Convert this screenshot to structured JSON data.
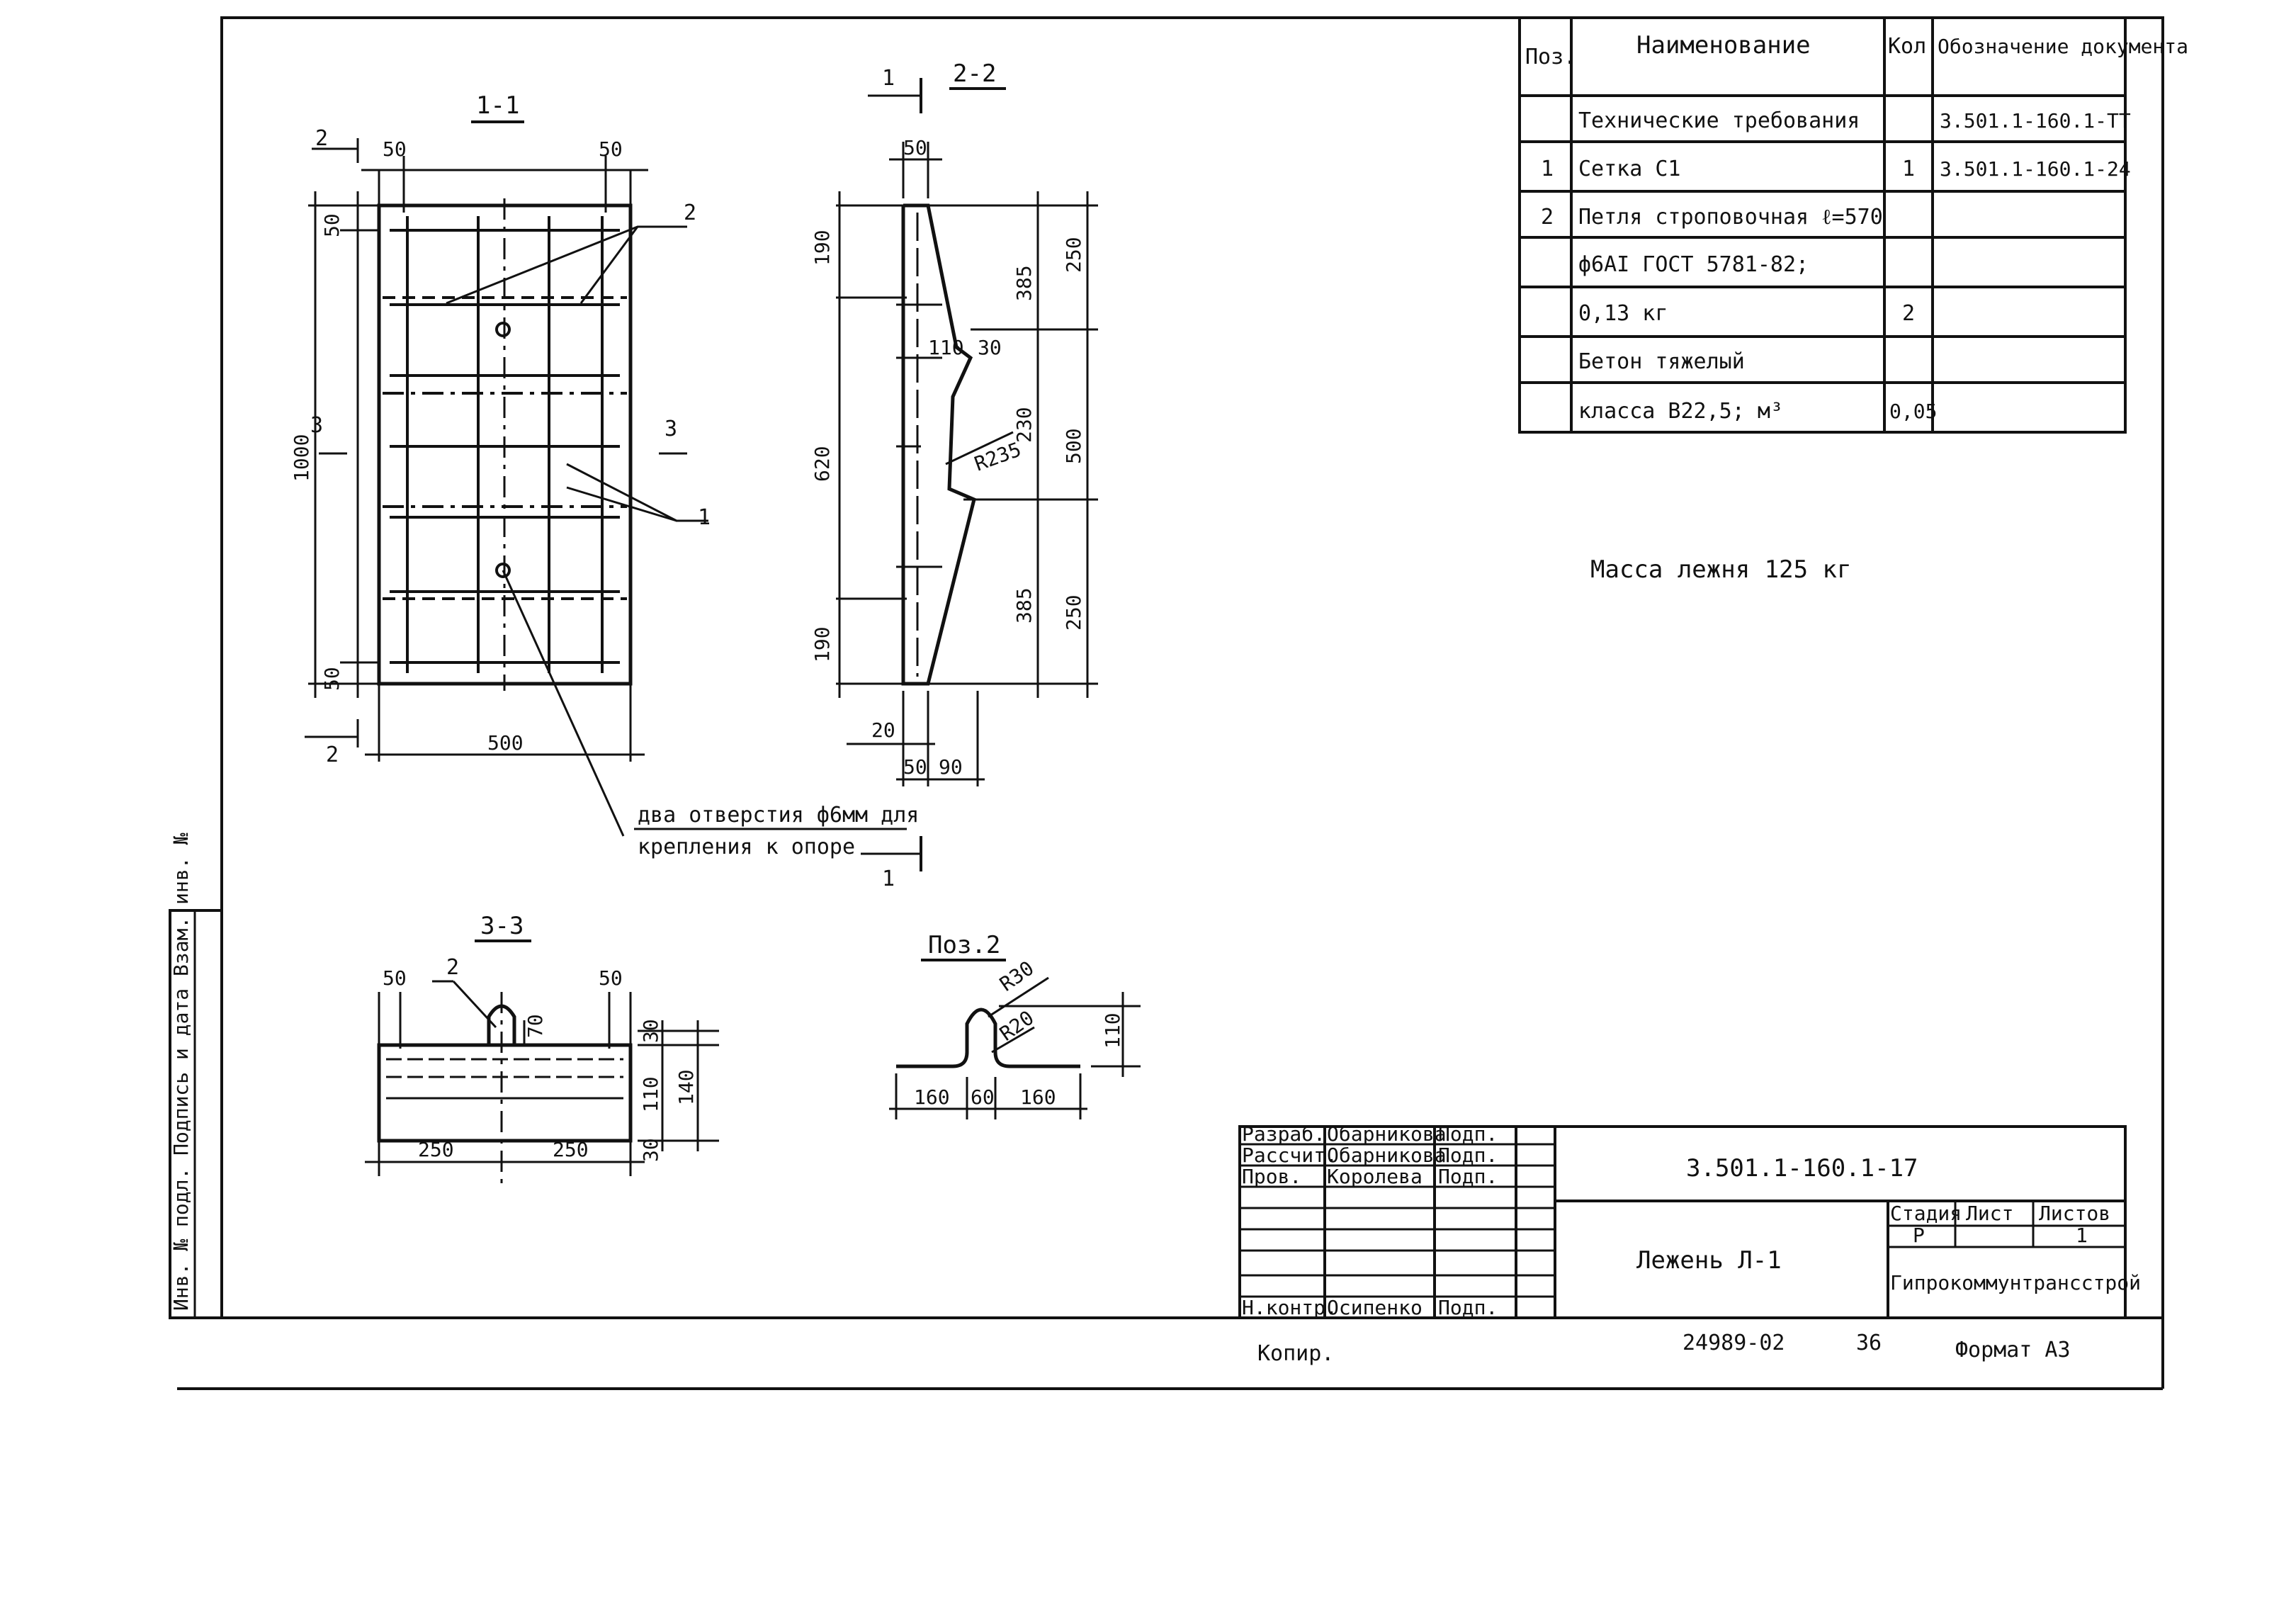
{
  "spec_table": {
    "headers": {
      "pos": "Поз.",
      "name": "Наименование",
      "qty": "Кол.",
      "doc": "Обозначение документа"
    },
    "rows": [
      {
        "pos": "",
        "name": "Технические требования",
        "qty": "",
        "doc": "3.501.1-160.1-ТТ"
      },
      {
        "pos": "1",
        "name": "Сетка С1",
        "qty": "1",
        "doc": "3.501.1-160.1-24"
      },
      {
        "pos": "2",
        "name": "Петля строповочная ℓ=570",
        "qty": "",
        "doc": ""
      },
      {
        "pos": "",
        "name": "ф6АI ГОСТ 5781-82;",
        "qty": "",
        "doc": ""
      },
      {
        "pos": "",
        "name": "0,13 кг",
        "qty": "2",
        "doc": ""
      },
      {
        "pos": "",
        "name": "Бетон тяжелый",
        "qty": "",
        "doc": ""
      },
      {
        "pos": "",
        "name": "класса В22,5; м³",
        "qty": "0,05",
        "doc": ""
      }
    ]
  },
  "mass_note": "Масса лежня 125 кг",
  "views": {
    "v11": {
      "title": "1-1",
      "dims": {
        "top_left": "50",
        "top_right": "50",
        "left_top": "50",
        "left_bottom": "50",
        "height": "1000",
        "width": "500"
      },
      "callouts": {
        "pos1": "1",
        "pos2": "2"
      },
      "cut2_top": "2",
      "cut2_bottom": "2",
      "cut3_left": "3",
      "cut3_right": "3",
      "holes_note_line1": "два отверстия ф6мм для",
      "holes_note_line2": "крепления к опоре",
      "holes_cut": "1"
    },
    "v22": {
      "title": "2-2",
      "cut_mark": "1",
      "dims": {
        "top": "50",
        "d190_top": "190",
        "d620": "620",
        "d190_bottom": "190",
        "d385_top": "385",
        "d385_bottom": "385",
        "d250_top": "250",
        "d500": "500",
        "d250_bottom": "250",
        "d230": "230",
        "d110": "110",
        "d30": "30",
        "radius": "R235",
        "d20": "20",
        "d50_bottom": "50",
        "d90": "90"
      }
    },
    "v33": {
      "title": "3-3",
      "dims": {
        "left50": "50",
        "right50": "50",
        "pos": "2",
        "d70": "70",
        "d30_top": "30",
        "d110": "110",
        "d140": "140",
        "d30_bottom": "30",
        "left250": "250",
        "right250": "250"
      }
    },
    "pos2": {
      "title": "Поз.2",
      "dims": {
        "r30": "R30",
        "r20": "R20",
        "h110": "110",
        "left160": "160",
        "mid60": "60",
        "right160": "160"
      }
    }
  },
  "title_block": {
    "doc_code": "3.501.1-160.1-17",
    "item_name": "Лежень Л-1",
    "roles": [
      {
        "role": "Разраб.",
        "name": "Обарникова",
        "sign": "Подп."
      },
      {
        "role": "Рассчит.",
        "name": "Обарникова",
        "sign": "Подп."
      },
      {
        "role": "Пров.",
        "name": "Королева",
        "sign": "Подп."
      },
      {
        "role": "Н.контр.",
        "name": "Осипенко",
        "sign": "Подп."
      }
    ],
    "stage_label": "Стадия",
    "sheet_label": "Лист",
    "sheets_label": "Листов",
    "stage_value": "Р",
    "sheets_value": "1",
    "org": "Гипрокоммунтрансстрой"
  },
  "footer": {
    "copied": "Копир.",
    "inv": "24989-02",
    "page": "36",
    "format": "Формат А3"
  },
  "side_stamp": "Инв. № подл.   Подпись и дата   Взам. инв. №"
}
